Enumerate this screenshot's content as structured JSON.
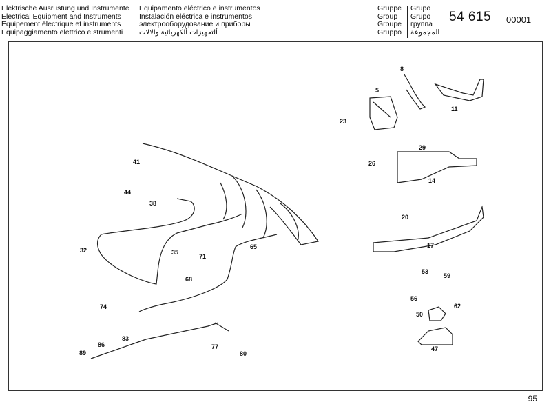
{
  "header": {
    "col1": [
      "Elektrische Ausrüstung und Instrumente",
      "Electrical Equipment and Instruments",
      "Equipement électrique et instruments",
      "Equipaggiamento elettrico e strumenti"
    ],
    "col2": [
      "Equipamento eléctrico e instrumentos",
      "Instalación eléctrica e instrumentos",
      "электрооборудование и приборы",
      "ألتجهيزات ألكهربائية والالات"
    ],
    "group_labels": [
      "Gruppe",
      "Group",
      "Groupe",
      "Gruppo"
    ],
    "group_labels2": [
      "Grupo",
      "Grupo",
      "группа",
      "المجموعة"
    ],
    "group_code": "54 615",
    "sequence": "00001"
  },
  "callouts": [
    "8",
    "5",
    "11",
    "23",
    "29",
    "26",
    "14",
    "41",
    "44",
    "38",
    "20",
    "17",
    "32",
    "35",
    "65",
    "71",
    "68",
    "53",
    "59",
    "56",
    "62",
    "50",
    "74",
    "47",
    "86",
    "83",
    "89",
    "77",
    "80"
  ],
  "footer": {
    "page_number": "95"
  }
}
